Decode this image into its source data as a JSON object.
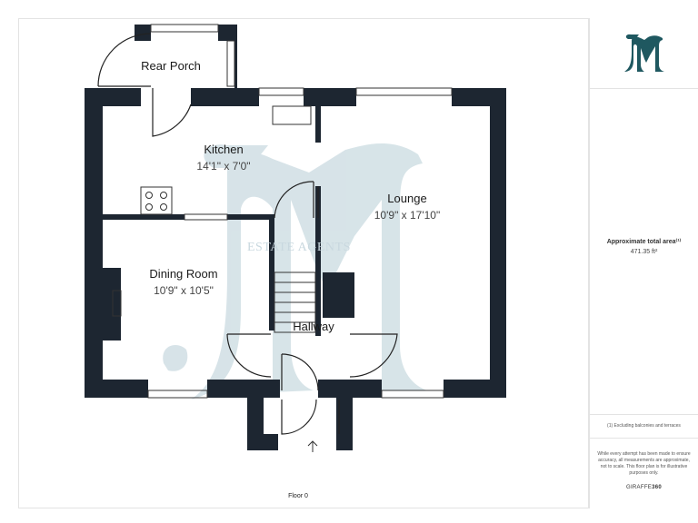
{
  "brand": {
    "logo_letter": "M",
    "watermark_text": "ESTATE AGENTS",
    "accent_color": "#1f5860",
    "watermark_color": "#b7cdd6"
  },
  "rooms": {
    "rear_porch": {
      "name": "Rear Porch"
    },
    "kitchen": {
      "name": "Kitchen",
      "dimensions": "14'1\" x 7'0\""
    },
    "lounge": {
      "name": "Lounge",
      "dimensions": "10'9\" x 17'10\""
    },
    "dining_room": {
      "name": "Dining Room",
      "dimensions": "10'9\" x 10'5\""
    },
    "hallway": {
      "name": "Hallway"
    }
  },
  "floor_label": "Floor 0",
  "sidebar": {
    "area_title": "Approximate total area⁽¹⁾",
    "area_value": "471.35 ft²",
    "footnote": "(1) Excluding balconies and terraces",
    "disclaimer": "While every attempt has been made to ensure accuracy, all measurements are approximate, not to scale. This floor plan is for illustrative purposes only.",
    "brand_prefix": "GIRAFFE",
    "brand_suffix": "360"
  },
  "colors": {
    "wall": "#1d2631",
    "window": "#ffffff",
    "line": "#222222"
  }
}
